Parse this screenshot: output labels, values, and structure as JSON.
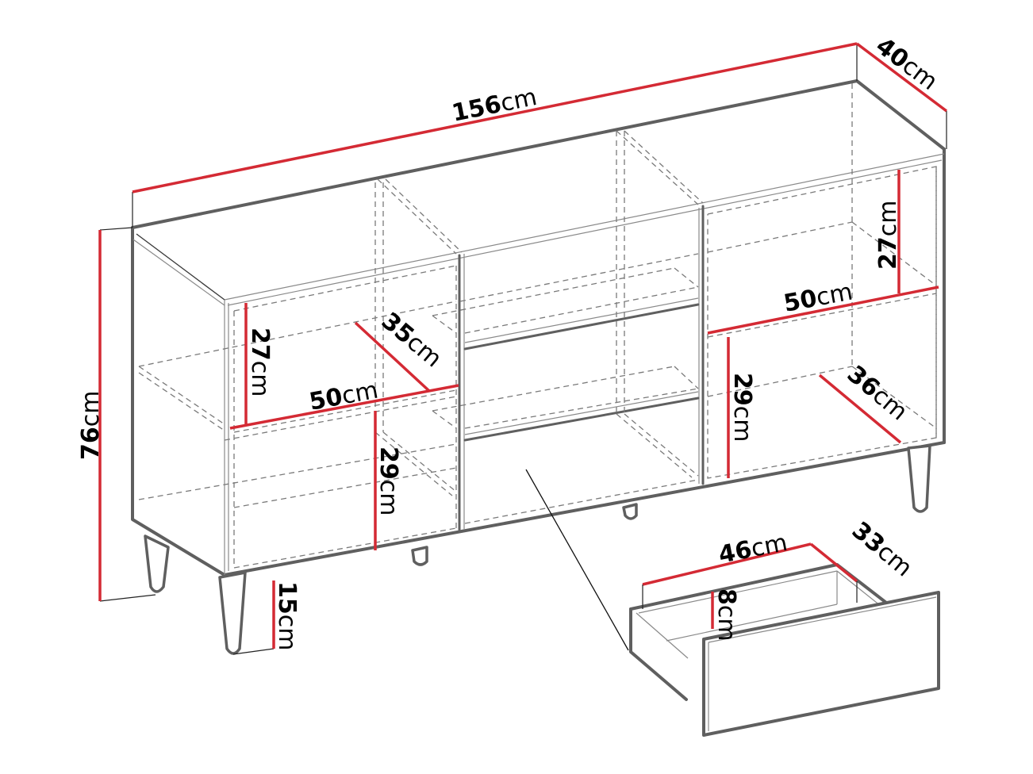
{
  "diagram": {
    "subject": "Sideboard with shelves and drawer - dimension drawing",
    "colors": {
      "dimension_line": "#d42a34",
      "outline": "#5f5f5f",
      "text": "#000000",
      "background": "#ffffff"
    },
    "dimensions": {
      "width": {
        "value": "156",
        "unit": "cm"
      },
      "depth": {
        "value": "40",
        "unit": "cm"
      },
      "height": {
        "value": "76",
        "unit": "cm"
      },
      "leg_height": {
        "value": "15",
        "unit": "cm"
      },
      "left_upper_shelf_height": {
        "value": "27",
        "unit": "cm"
      },
      "left_shelf_depth": {
        "value": "35",
        "unit": "cm"
      },
      "left_shelf_width": {
        "value": "50",
        "unit": "cm"
      },
      "left_lower_shelf_height": {
        "value": "29",
        "unit": "cm"
      },
      "right_upper_shelf_height": {
        "value": "27",
        "unit": "cm"
      },
      "right_shelf_width": {
        "value": "50",
        "unit": "cm"
      },
      "right_lower_shelf_height": {
        "value": "29",
        "unit": "cm"
      },
      "right_shelf_depth": {
        "value": "36",
        "unit": "cm"
      },
      "drawer_width": {
        "value": "46",
        "unit": "cm"
      },
      "drawer_depth": {
        "value": "33",
        "unit": "cm"
      },
      "drawer_height": {
        "value": "8",
        "unit": "cm"
      }
    }
  }
}
